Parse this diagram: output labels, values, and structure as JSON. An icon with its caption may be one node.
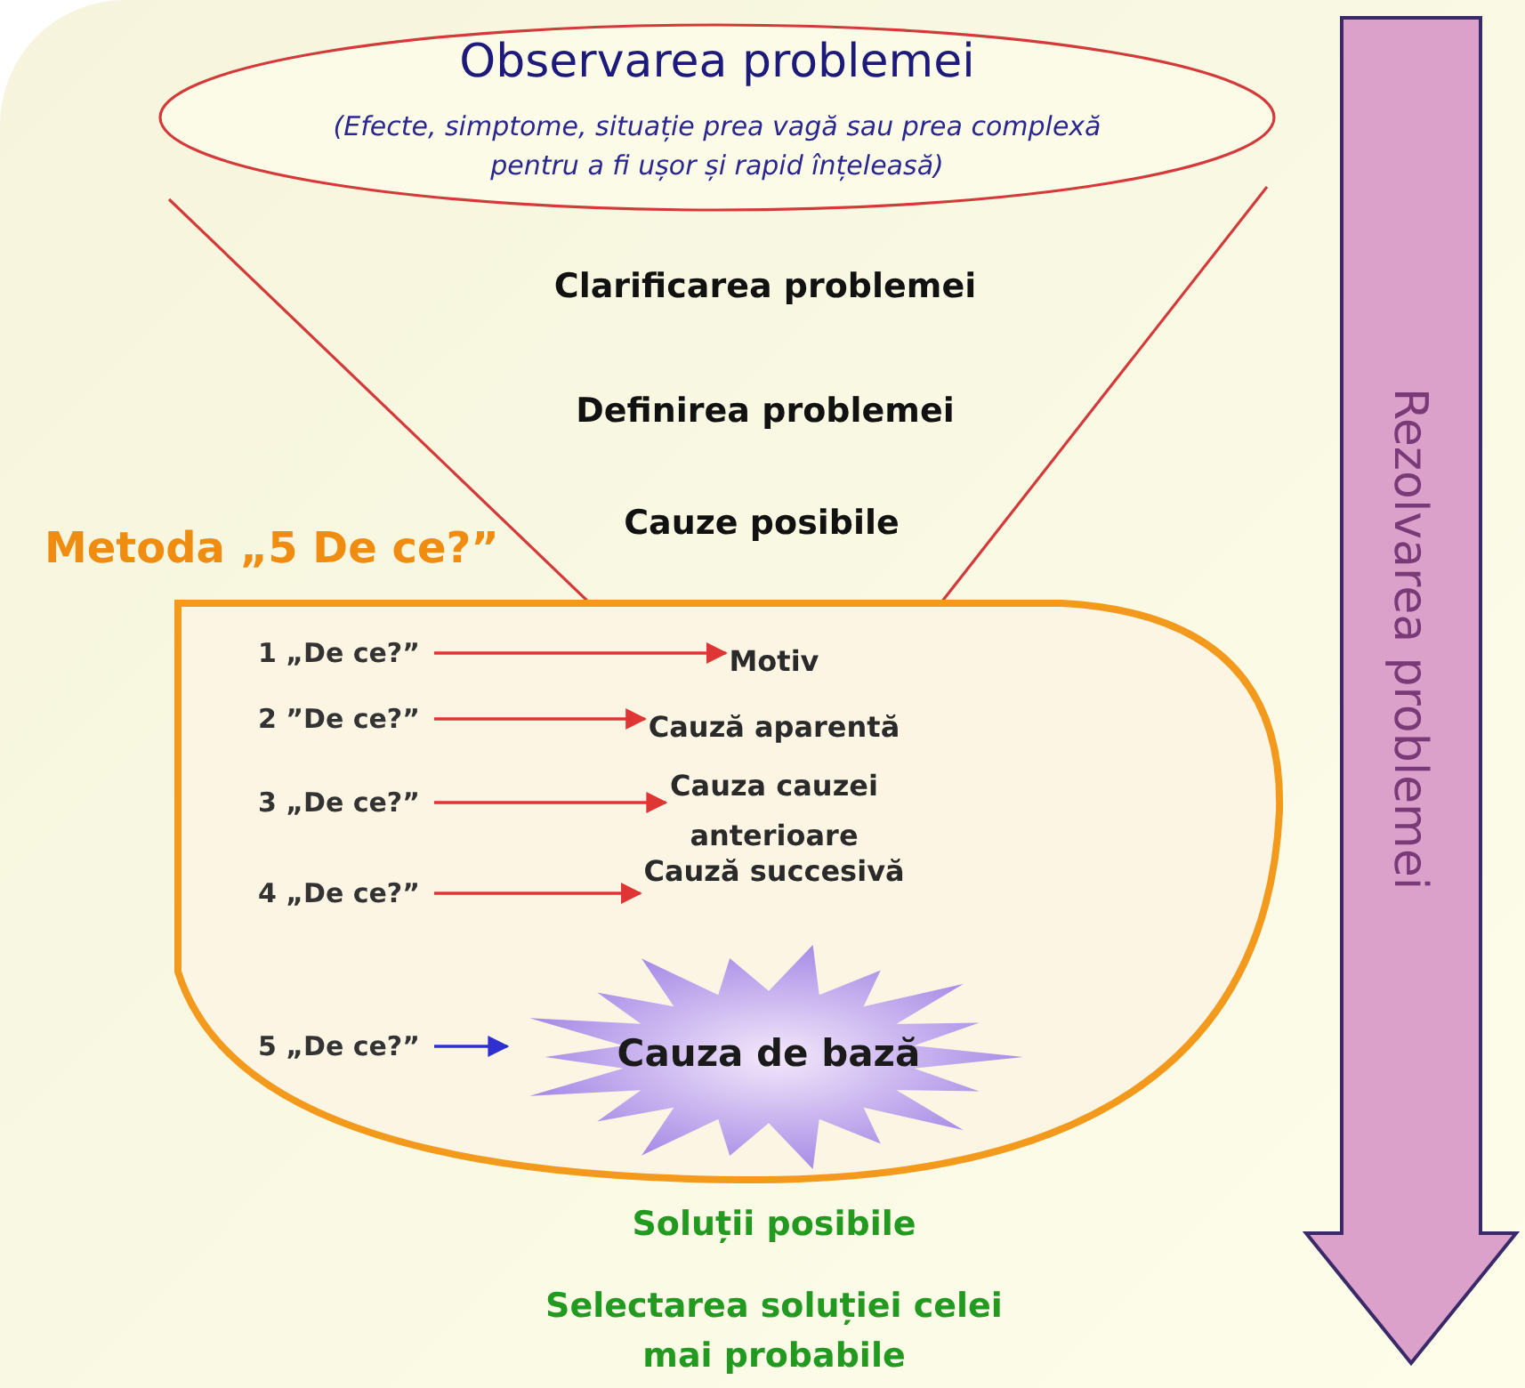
{
  "diagram": {
    "nodes": [
      {
        "text": [
          "Observarea problemei",
          "(Efecte, simptome, situație prea vagă sau prea complexă pentru a fi ușor și rapid înțeleasă)"
        ]
      },
      {
        "text": [
          "Metoda „5 De ce?”"
        ]
      },
      {
        "text": [
          "1 „De ce?”"
        ],
        "in": 1
      },
      {
        "text": [
          "Motiv"
        ],
        "in": 1
      },
      {
        "text": [
          "2 ”De ce?”"
        ],
        "in": 1
      },
      {
        "text": [
          "Cauză aparentă"
        ],
        "in": 1
      },
      {
        "text": [
          "3 „De ce?”"
        ],
        "in": 1
      },
      {
        "text": [
          "Cauza cauzei anterioare"
        ],
        "in": 1
      },
      {
        "text": [
          "4 „De ce?”"
        ],
        "in": 1
      },
      {
        "text": [
          "Cauză succesivă"
        ],
        "in": 1
      },
      {
        "text": [
          "5 „De ce?”"
        ],
        "in": 1
      },
      {
        "text": [
          "Cauza de bază"
        ],
        "in": 1
      },
      {
        "text": [
          "Rezolvarea problemei"
        ]
      }
    ],
    "edges": [
      {
        "from": 2,
        "to": 3,
        "arrow": "to"
      },
      {
        "from": 4,
        "to": 5,
        "arrow": "to"
      },
      {
        "from": 6,
        "to": 7,
        "arrow": "to"
      },
      {
        "from": 8,
        "to": 9,
        "arrow": "to"
      },
      {
        "from": 10,
        "to": 11,
        "arrow": "to",
        "color": "#3030d0"
      }
    ],
    "labels": [
      "Clarificarea problemei",
      "Definirea problemei",
      "Cauze posibile",
      "Soluții posibile",
      "Selectarea soluției celei mai probabile"
    ]
  }
}
